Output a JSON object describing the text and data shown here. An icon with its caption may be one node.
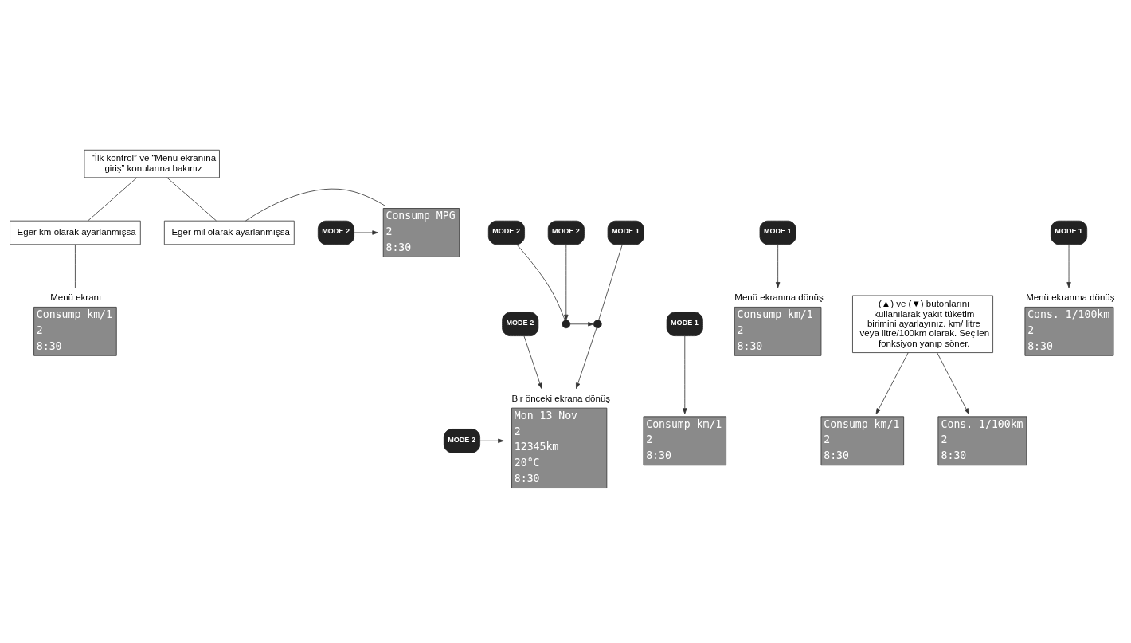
{
  "diagram": {
    "nodes": [
      {
        "text": [
          "“İlk kontrol” ve “Menu ekranına giriş” konularına bakınız"
        ]
      },
      {
        "text": [
          "Eğer km olarak ayarlanmışsa"
        ]
      },
      {
        "text": [
          "Menü ekranı",
          "Consump km/1",
          "2",
          "8:30"
        ]
      },
      {
        "text": [
          "MODE 2"
        ]
      },
      {
        "text": [
          "MODE 1"
        ]
      },
      {
        "text": [
          "Consump km/1",
          "2",
          "8:30"
        ]
      },
      {
        "text": [
          "MODE 2"
        ]
      },
      {
        "text": [
          "Bir önceki ekrana dönüş",
          "Mon 13 Nov",
          "2",
          "12345km",
          "20°C",
          "8:30"
        ]
      },
      {
        "text": [
          "Menü ekranına dönüş",
          "Consump km/1",
          "2",
          "8:30"
        ]
      },
      {
        "text": [
          "(▲) ve (▼) butonlarını kullanılarak yakıt tüketim birimini ayarlayınız. km/ litre veya litre/100km olarak. Seçilen fonksiyon yanıp söner."
        ]
      },
      {
        "text": [
          "Menü ekranına dönüş",
          "Cons. 1/100km",
          "2",
          "8:30"
        ]
      },
      {
        "text": [
          "Consump km/1",
          "2",
          "8:30"
        ]
      },
      {
        "text": [
          "Cons. 1/100km",
          "2",
          "8:30"
        ]
      },
      {
        "text": [
          "MODE 1"
        ]
      },
      {
        "text": [
          "MODE 2"
        ]
      },
      {
        "text": [
          "MODE 2"
        ]
      },
      {
        "text": [
          "MODE 1"
        ]
      },
      {
        "text": [],
        "shape": "circle"
      },
      {
        "text": [],
        "shape": "circle"
      },
      {
        "text": [
          "Eğer mil olarak ayarlanmışsa"
        ]
      },
      {
        "text": [
          "Consump MPG",
          "2",
          "8:30"
        ]
      },
      {
        "text": [
          "MODE 2"
        ]
      },
      {
        "text": [
          "MODE 1"
        ]
      }
    ],
    "edges": [
      {
        "from": 0,
        "to": 1,
        "arrow": "none"
      },
      {
        "from": 1,
        "to": 2,
        "arrow": "none"
      },
      {
        "from": 0,
        "to": 19,
        "arrow": "none"
      },
      {
        "from": 3,
        "to": 7,
        "arrow": "to"
      },
      {
        "from": 4,
        "to": 5,
        "arrow": "to"
      },
      {
        "from": 6,
        "to": 7,
        "arrow": "to"
      },
      {
        "from": 9,
        "to": 11,
        "arrow": "to"
      },
      {
        "from": 9,
        "to": 12,
        "arrow": "to"
      },
      {
        "from": 13,
        "to": 8,
        "arrow": "to"
      },
      {
        "from": 14,
        "to": 17,
        "arrow": "none"
      },
      {
        "from": 15,
        "to": 17,
        "arrow": "to"
      },
      {
        "from": 17,
        "to": 18,
        "arrow": "to"
      },
      {
        "from": 18,
        "to": 7,
        "arrow": "to"
      },
      {
        "from": 16,
        "to": 10,
        "arrow": "to"
      },
      {
        "from": 19,
        "to": 20,
        "arrow": "none"
      },
      {
        "from": 21,
        "to": 20,
        "arrow": "to"
      },
      {
        "from": 22,
        "to": 18,
        "arrow": "none"
      }
    ]
  }
}
